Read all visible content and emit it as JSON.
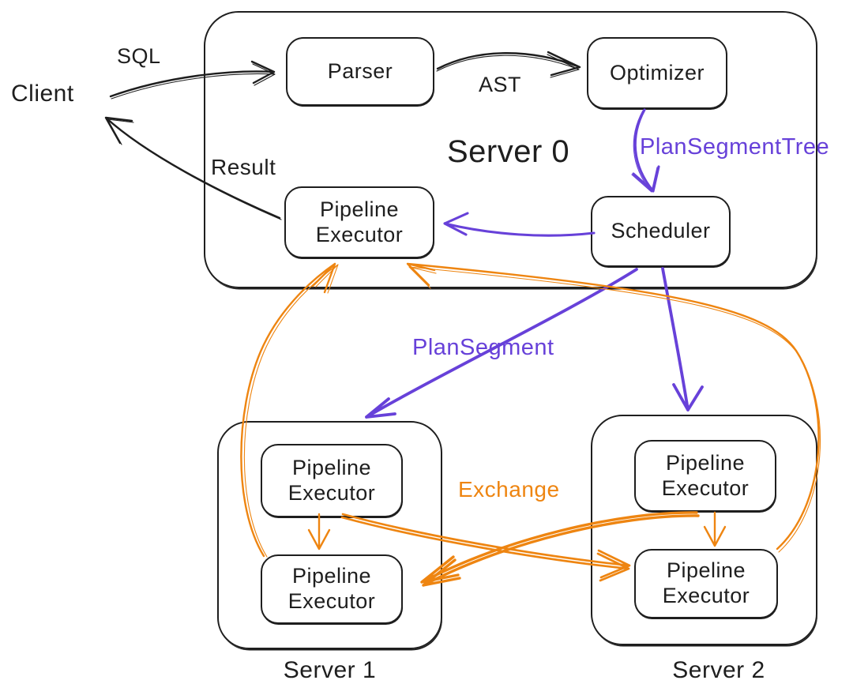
{
  "colors": {
    "ink": "#1e1e1e",
    "purple": "#6741d9",
    "orange": "#ee8511",
    "background": "#ffffff"
  },
  "client": {
    "label": "Client"
  },
  "server0": {
    "label": "Server 0",
    "parser_label": "Parser",
    "optimizer_label": "Optimizer",
    "pipeline_executor_label": "Pipeline\nExecutor",
    "scheduler_label": "Scheduler"
  },
  "server1": {
    "label": "Server 1",
    "pipeline_executor_top_label": "Pipeline\nExecutor",
    "pipeline_executor_bottom_label": "Pipeline\nExecutor"
  },
  "server2": {
    "label": "Server 2",
    "pipeline_executor_top_label": "Pipeline\nExecutor",
    "pipeline_executor_bottom_label": "Pipeline\nExecutor"
  },
  "edges": {
    "sql_label": "SQL",
    "ast_label": "AST",
    "result_label": "Result",
    "plan_segment_tree_label": "PlanSegmentTree",
    "plan_segment_label": "PlanSegment",
    "exchange_label": "Exchange"
  },
  "connections": [
    {
      "from": "Client",
      "to": "Parser",
      "label": "SQL",
      "color": "ink"
    },
    {
      "from": "Parser",
      "to": "Optimizer",
      "label": "AST",
      "color": "ink"
    },
    {
      "from": "Optimizer",
      "to": "Scheduler",
      "label": "PlanSegmentTree",
      "color": "purple"
    },
    {
      "from": "Scheduler",
      "to": "Server 0 Pipeline Executor",
      "label": "",
      "color": "purple"
    },
    {
      "from": "Server 0 Pipeline Executor",
      "to": "Client",
      "label": "Result",
      "color": "ink"
    },
    {
      "from": "Scheduler",
      "to": "Server 1",
      "label": "PlanSegment",
      "color": "purple"
    },
    {
      "from": "Scheduler",
      "to": "Server 2",
      "label": "",
      "color": "purple"
    },
    {
      "from": "Server 1 Pipeline Executor (top)",
      "to": "Server 1 Pipeline Executor (bottom)",
      "label": "",
      "color": "orange"
    },
    {
      "from": "Server 2 Pipeline Executor (top)",
      "to": "Server 2 Pipeline Executor (bottom)",
      "label": "",
      "color": "orange"
    },
    {
      "from": "Server 1 Pipeline Executor (top)",
      "to": "Server 2 Pipeline Executor (bottom)",
      "label": "Exchange",
      "color": "orange"
    },
    {
      "from": "Server 2 Pipeline Executor (top)",
      "to": "Server 1 Pipeline Executor (bottom)",
      "label": "Exchange",
      "color": "orange"
    },
    {
      "from": "Server 1 Pipeline Executor (bottom)",
      "to": "Server 0 Pipeline Executor",
      "label": "Exchange",
      "color": "orange"
    },
    {
      "from": "Server 2 Pipeline Executor (bottom)",
      "to": "Server 0 Pipeline Executor",
      "label": "Exchange",
      "color": "orange"
    }
  ]
}
